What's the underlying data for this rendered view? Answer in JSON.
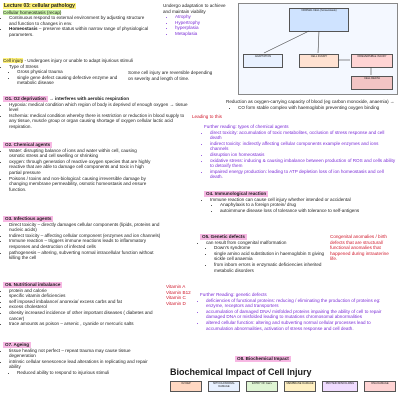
{
  "header": {
    "lecture": "Lecture 03: cellular pathology",
    "homeostasis_recap": "Cellular homeostasis (recap)",
    "bullet1": "Continuous respond to external environment by adjusting structure and function to changes in env.",
    "homeostasis_label": "Homeostasis",
    "bullet2": "– preserve status within narrow range of physiological parameters."
  },
  "undergo": {
    "text": "Undergo adaptation to achieve and maintain viability",
    "items": [
      "Atrophy",
      "Hypertrophy",
      "hyperplasia",
      "Metaplasia"
    ]
  },
  "diagram_top": {
    "boxes": [
      "NORMAL CELL (homeostasis)",
      "ADAPTATION",
      "CELL INJURY",
      "IRREVERSIBLE INJURY",
      "CELL DEATH"
    ]
  },
  "cell_injury": {
    "label": "Cell injury",
    "desc": "- Undergoes injury or unable to adapt injurious stimuli",
    "types_label": "Type of Stress",
    "types": [
      "Gross physical trauma",
      "single gene defect causing defective enzyme and metabolic disease"
    ],
    "reversible": "Some cell injury are reversible depending on severity and length of time."
  },
  "o1": {
    "heading": "O1. O2 deprivation",
    "arrow": "→ interferes with aerobic respiration",
    "hypoxia": "Hypoxia: medical condition which region of body is deprived of enough oxygen → tissue level",
    "ischemia": "Ischemia: medical condition whereby there is restriction or reduction in blood supply to any tissue, muscle group or organ causing shortage of oxygen cellular lactic acid respiration.",
    "leading": "Leading to this",
    "reduction": "Reduction as oxygen-carrying capacity of blood (eg carbon monoxide, anaemia) →",
    "co": "CO form stable complex with haemoglobin preventing oxygen binding"
  },
  "further1": {
    "heading": "Further reading: types of chemical agents",
    "items": [
      "direct toxicity: accumulation of toxic metabolites, occlusion of stress response and cell death",
      "indirect toxicity: indirectly affecting cellular components example enzymes and ions channels",
      "disruption ion homeostasis",
      "oxidative stress: inducing & causing imbalance between production of ROS and cells ability to detoxify them",
      "impaired energy production: leading to ATP depletion loss of ion homeostasis and cell death."
    ]
  },
  "o2": {
    "heading": "O2. Chemical agents",
    "water": "Water: disrupting balance of ions and water within cell, causing osmotic stress and cell swelling or shrinking",
    "oxygen": "oxygen: through generation of reactive oxygen species that are highly reactive that are able to damage cell components and toxic in high partial pressure",
    "poisons": "Poisons / toxins and non-biological: causing irreversible damage by changing membrane permeability, osmotic homeostasis and ensure function."
  },
  "o4": {
    "heading": "O4. Immunological reaction",
    "line1": "Immune reaction can cause cell injury whether intended or accidental",
    "sub1": "Anaphylaxis to a foreign protein/ drug",
    "sub2": "autoimmune disease loss of tolerance with tolerance to self-antigens"
  },
  "o3": {
    "heading": "O3. Infectious agents",
    "items": [
      "Direct toxicity – directly damages cellular components (lipids, proteins and nucleic acids)",
      "Indirect toxicity – affecting cellular component (enzymes and ion channels)",
      "Immune reaction – triggers immune reactions leads to inflammatory responses and destruction of infected cells",
      "pathogenesis – altering, subverting normal intracellular function without killing the cell"
    ]
  },
  "o5": {
    "heading": "O5. Genetic defects",
    "line": "can result from congenital malformation",
    "items": [
      "Down's syndrome",
      "single amino acid substitution in haemoglobin S giving sickle cell anaemia",
      "from inborn errors in enzymatic deficiencies inherited metabolic disorders"
    ],
    "congenital": "Congenital anomalies / birth defects that are structural/ functional anomalies that happened during intrauterine life."
  },
  "o6": {
    "heading": "O6. Nutritional imbalance",
    "items": [
      "protein and calorie",
      "specific vitamin deficiencies",
      "self imposed imbalance/ anorexia/ excess carbs and fat",
      "excess cholesterol",
      "obesity increased incidence of other important diseases ( diabetes and cancer)",
      "trace amounts as poison – arsenic , cyanide or mercuric salts"
    ],
    "vitamins": [
      "Vitamin A",
      "Vitamin B12",
      "Vitamin C",
      "Vitamin D"
    ]
  },
  "further2": {
    "heading": "Further Reading: genetic defects",
    "items": [
      "deficiencies of functional proteins: reducing / eliminating the production of proteins eg: enzyme, receptors and transporters",
      "accumulation of damaged DNA/ misfolded proteins impairing the ability of cell to repair damaged DNA or misfolded leading to mutations chromosomal abnormalities",
      "altered cellular function: altering and subverting normal cellular processes lead to accumulation abnormalities, activation of stress response and cell death."
    ]
  },
  "o7": {
    "heading": "O7. Ageing",
    "items": [
      "tissue healing not perfect – repeat trauma may cause tissue degeneration",
      "intrinsic cellular senescence lead alterations in replicating and repair ability",
      "Reduced ability to respond to injurious stimuli"
    ]
  },
  "o8": {
    "heading": "O8. Biochemical Impact",
    "big": "Biochemical Impact of Cell Injury",
    "boxes": [
      "O2 DEP",
      "MITOCHONDRIAL DAMAGE",
      "ENTRY OF Ca2+",
      "MEMBRANE DAMAGE",
      "PROTEIN MISFOLDING",
      "DNA DAMAGE"
    ]
  }
}
